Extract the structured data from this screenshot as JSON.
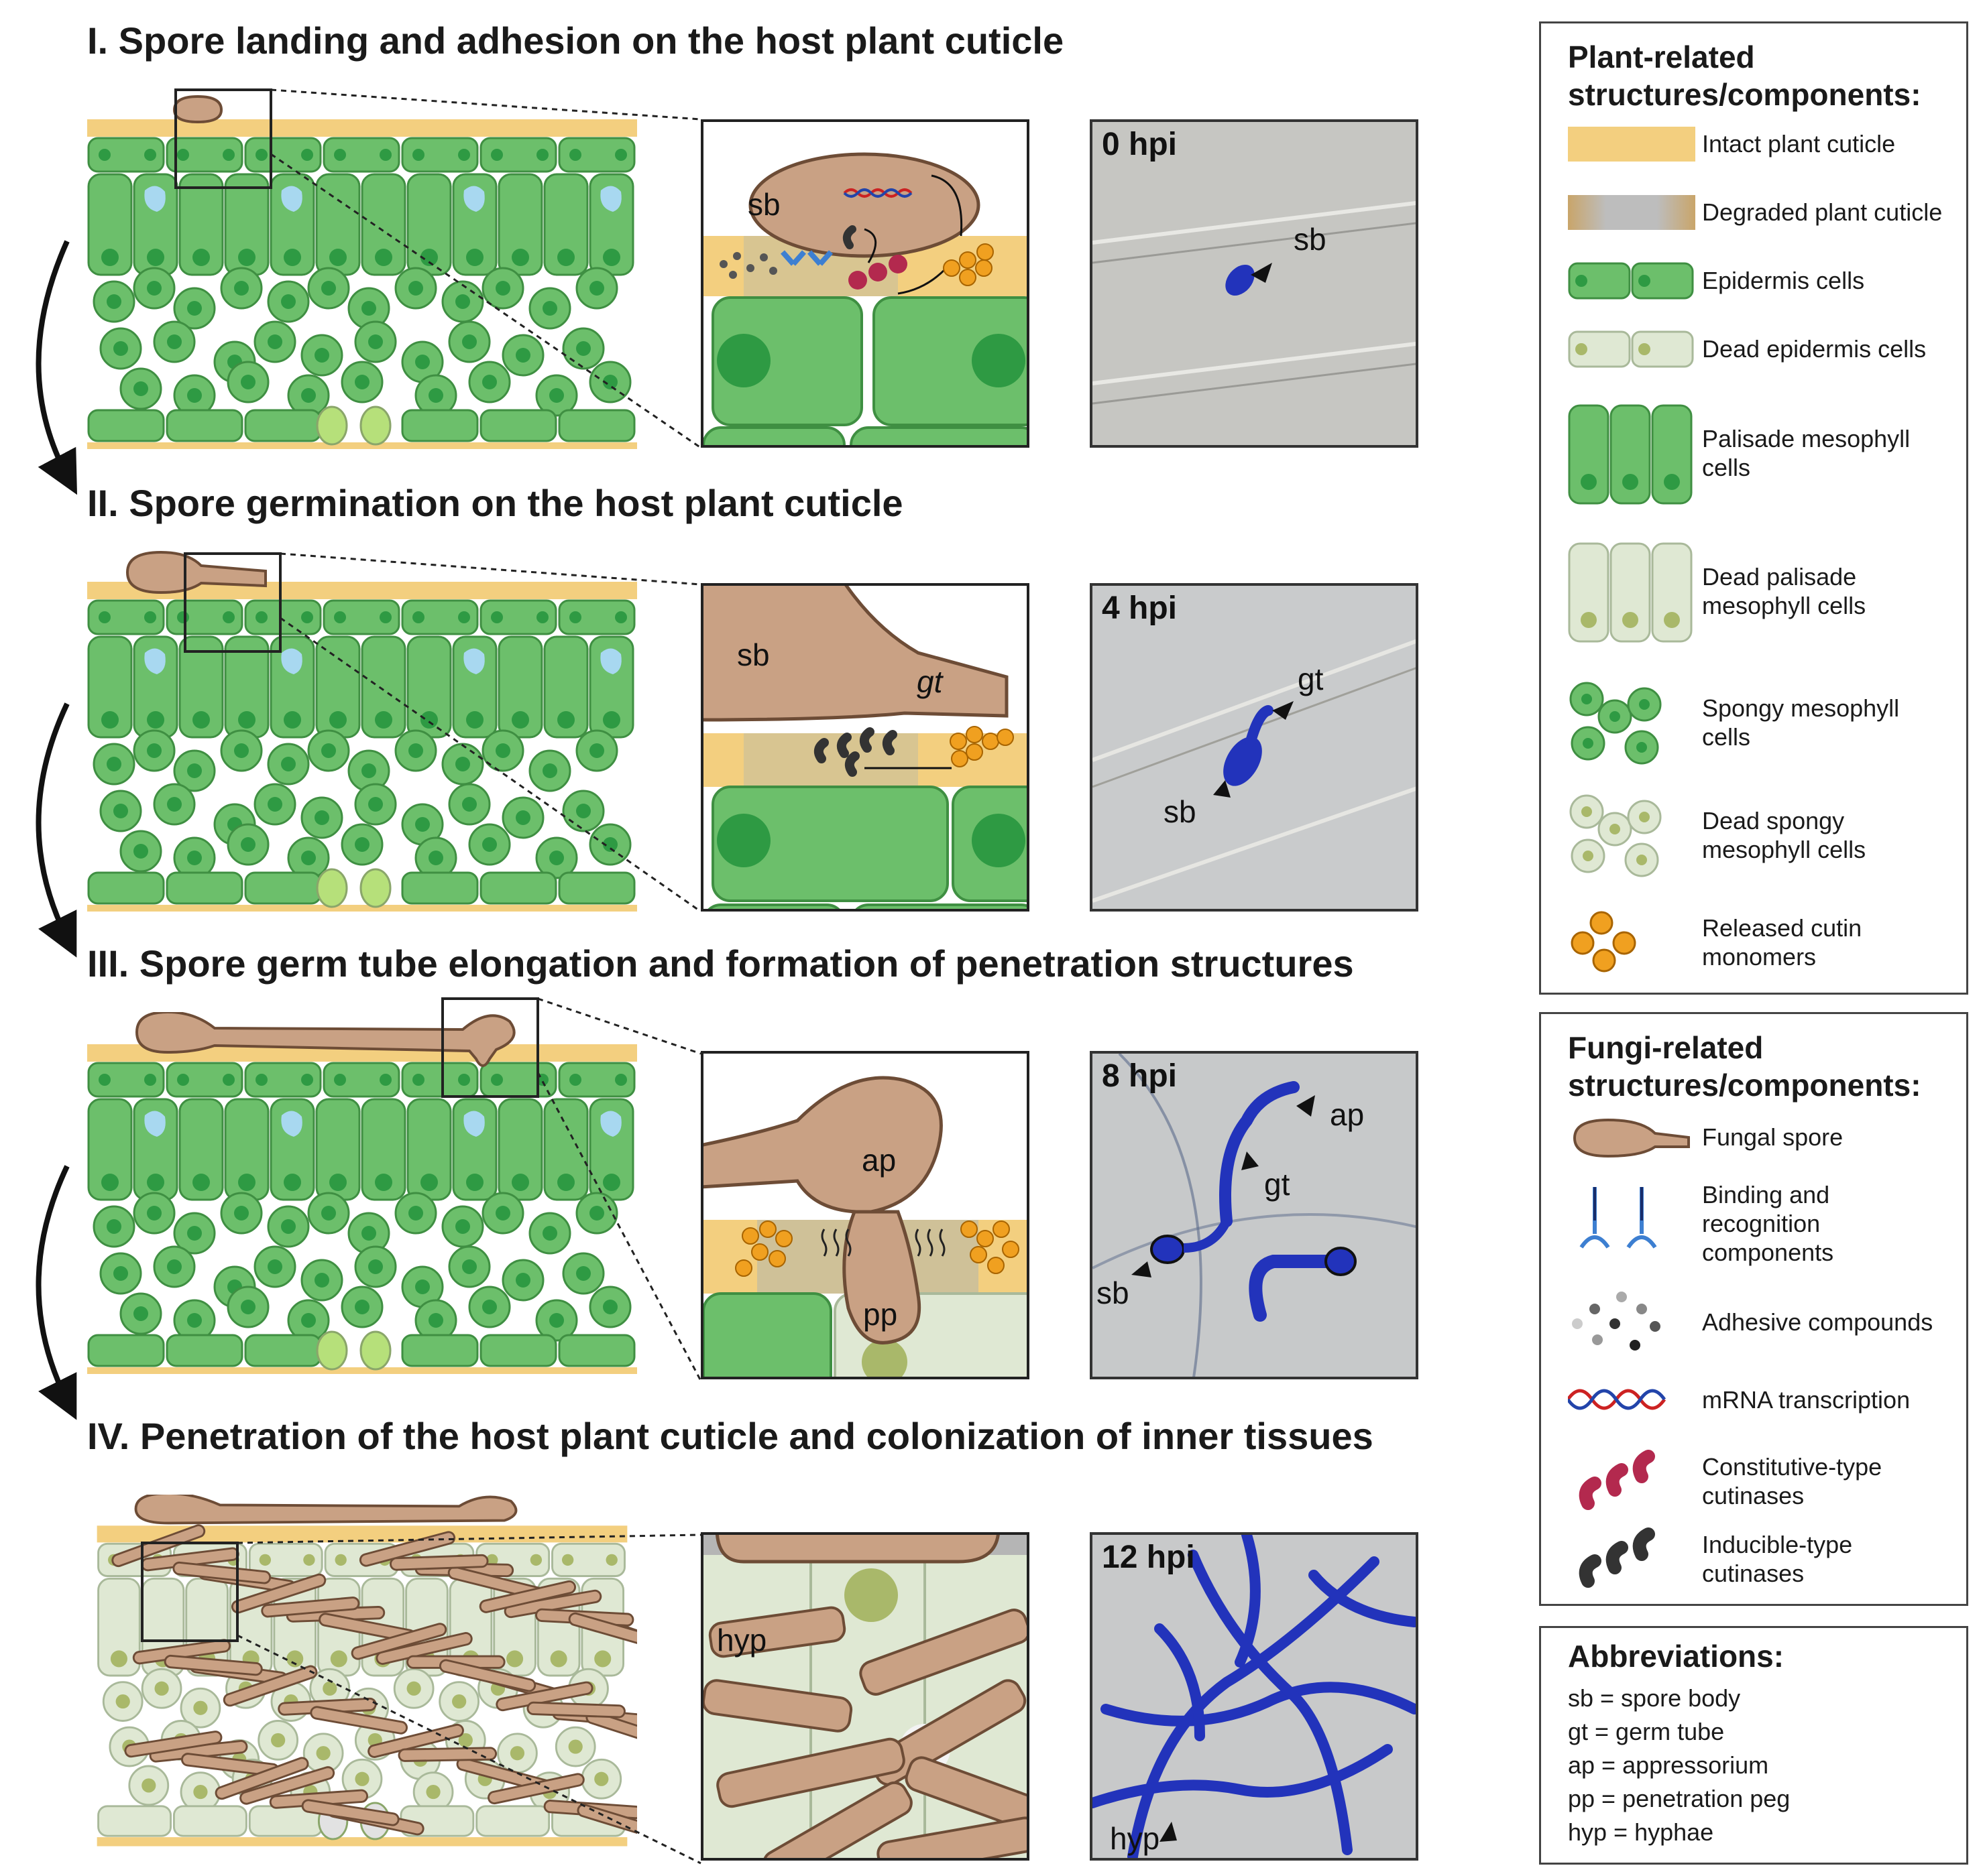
{
  "panels": [
    {
      "title": "I. Spore landing and adhesion on the host plant cuticle",
      "hpi": "0 hpi",
      "zoom_labels": [
        "sb"
      ],
      "micro_labels": [
        "sb"
      ]
    },
    {
      "title": "II. Spore germination on the host plant cuticle",
      "hpi": "4 hpi",
      "zoom_labels": [
        "sb",
        "gt"
      ],
      "micro_labels": [
        "gt",
        "sb"
      ]
    },
    {
      "title": "III. Spore germ tube elongation and formation of penetration structures",
      "hpi": "8 hpi",
      "zoom_labels": [
        "ap",
        "pp"
      ],
      "micro_labels": [
        "ap",
        "gt",
        "sb"
      ]
    },
    {
      "title": "IV. Penetration of the host plant cuticle and colonization of inner tissues",
      "hpi": "12 hpi",
      "zoom_labels": [
        "hyp"
      ],
      "micro_labels": [
        "hyp"
      ]
    }
  ],
  "legend_plant": {
    "heading": "Plant-related structures/components:",
    "items": [
      {
        "icon": "intact-cuticle",
        "label": "Intact plant cuticle"
      },
      {
        "icon": "degraded-cuticle",
        "label": "Degraded plant cuticle"
      },
      {
        "icon": "epidermis-cells",
        "label": "Epidermis cells"
      },
      {
        "icon": "dead-epidermis-cells",
        "label": "Dead epidermis cells"
      },
      {
        "icon": "palisade-cells",
        "label": "Palisade mesophyll cells"
      },
      {
        "icon": "dead-palisade-cells",
        "label": "Dead palisade mesophyll cells"
      },
      {
        "icon": "spongy-cells",
        "label": "Spongy mesophyll cells"
      },
      {
        "icon": "dead-spongy-cells",
        "label": "Dead spongy mesophyll cells"
      },
      {
        "icon": "cutin-monomers",
        "label": "Released cutin monomers"
      }
    ]
  },
  "legend_fungi": {
    "heading": "Fungi-related structures/components:",
    "items": [
      {
        "icon": "fungal-spore",
        "label": "Fungal spore"
      },
      {
        "icon": "binding-components",
        "label": "Binding and recognition components"
      },
      {
        "icon": "adhesive-compounds",
        "label": "Adhesive compounds"
      },
      {
        "icon": "mrna-transcription",
        "label": "mRNA transcription"
      },
      {
        "icon": "constitutive-cutinases",
        "label": "Constitutive-type cutinases"
      },
      {
        "icon": "inducible-cutinases",
        "label": "Inducible-type cutinases"
      }
    ]
  },
  "abbreviations": {
    "heading": "Abbreviations:",
    "items": [
      "sb = spore body",
      "gt = germ tube",
      "ap = appressorium",
      "pp = penetration peg",
      "hyp = hyphae"
    ]
  },
  "colors": {
    "cuticle": "#f3cf7f",
    "epidermis": "#6cbf6b",
    "nucleus": "#2e9a43",
    "dead_cell": "#dfe8d3",
    "fungus": "#c9a184",
    "stain": "#2233bb",
    "cutin": "#f0a020"
  }
}
